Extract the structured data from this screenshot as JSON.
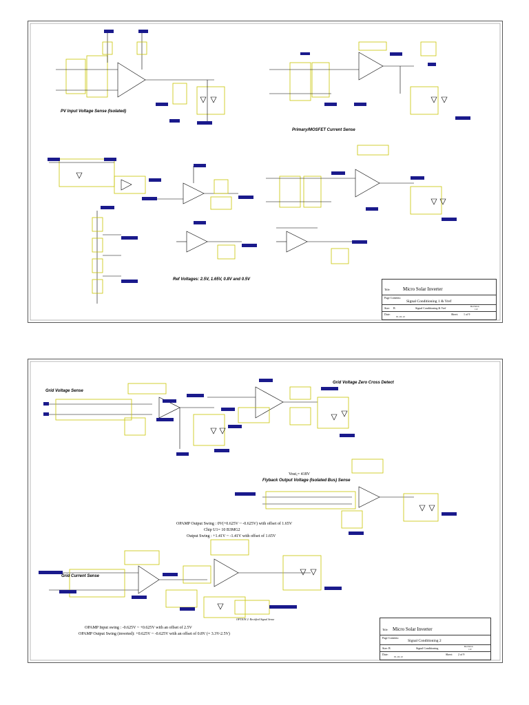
{
  "sheet1": {
    "labels": {
      "pv_input": "PV Input Voltage Sense (Isolated)",
      "primary_mosfet": "Primary/MOSFET Current Sense",
      "ref_voltages": "Ref Voltages: 2.5V, 1.65V, 0.8V and 0.5V"
    },
    "title_block": {
      "title_key": "Title:",
      "title": "Micro Solar Inverter",
      "contents_key": "Page Contents:",
      "contents": "Signal Conditioning 1 & Vref",
      "size_key": "Size:",
      "size": "B",
      "dwg": "Signal Conditioning & Vref",
      "rev_key": "Revision",
      "rev": "1.0",
      "date_key": "Date:",
      "date": "01-16-12",
      "sheet_key": "Sheet:",
      "sheet": "1   of   9"
    }
  },
  "sheet2": {
    "labels": {
      "grid_voltage": "Grid Voltage Sense",
      "zero_cross": "Grid Voltage Zero Cross Detect",
      "vout": "Vout,= 418V",
      "flyback": "Flyback Output Voltage (Isolated Bus) Sense",
      "grid_current": "Grid Current Sense"
    },
    "notes": {
      "opamp_swing": "OPAMP Output Swing : 0V(+0.625V ~ -0.625V) with offset of 1.65V",
      "chip": "Chip U1= 10 B3MG2",
      "output_swing": "Output Swing : +1.41V ~ -1.41V with offset of 1.65V",
      "input_swing": "OPAMP Input swing : -0.625V ~ +0.625V with an offset of 2.5V",
      "output_inverted": "OPAMP Output Swing (inverted): +0.625V ~ -0.625V with an offset of 0.8V (= 3.3V-2.5V)",
      "option": "OPTION 2: Rectified Signal Sense"
    },
    "title_block": {
      "title_key": "Title:",
      "title": "Micro Solar Inverter",
      "contents_key": "Page Contents:",
      "contents": "Signal Conditioning 2",
      "size_key": "Size: B",
      "dwg": "Signal Conditioning",
      "rev_key": "Revision",
      "rev": "1.0",
      "date_key": "Date:",
      "date": "01-16-12",
      "sheet_key": "Sheet:",
      "sheet": "2   of   9"
    }
  }
}
